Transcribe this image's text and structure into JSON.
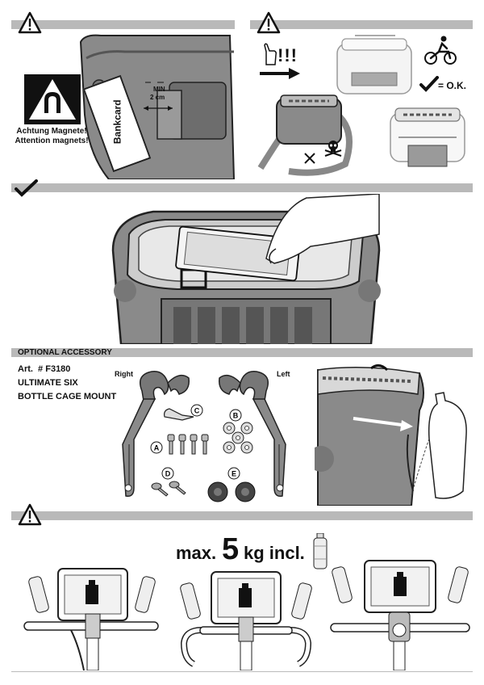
{
  "labels": {
    "bankcard": "Bankcard",
    "min_label": "MIN",
    "min_value": "2 cm",
    "magnet_warning_de": "Achtung Magnete!",
    "magnet_warning_en": "Attention magnets!",
    "exclaim": "!!!",
    "ok": "= O.K."
  },
  "accessory": {
    "header": "OPTIONAL ACCESSORY",
    "art_number": "Art.  # F3180",
    "name_line1": "ULTIMATE SIX",
    "name_line2": "BOTTLE CAGE MOUNT",
    "right": "Right",
    "left": "Left",
    "parts": [
      "A",
      "B",
      "C",
      "D",
      "E"
    ]
  },
  "weight": {
    "prefix": "max.",
    "value": "5",
    "suffix": "kg incl."
  },
  "colors": {
    "bar": "#b9b9b9",
    "bag": "#8a8a8a",
    "ink": "#111111"
  }
}
